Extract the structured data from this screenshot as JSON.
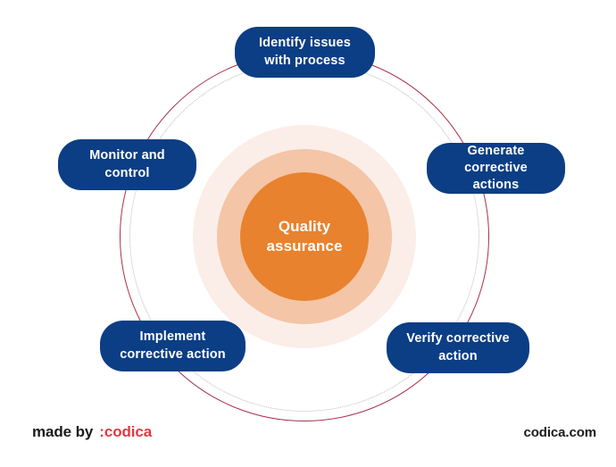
{
  "diagram": {
    "center": {
      "label": "Quality\nassurance",
      "color": "#e8822e"
    },
    "rings": [
      {
        "name": "pale-blush-disc",
        "color": "#fbeee8"
      },
      {
        "name": "mid-peach-disc",
        "color": "#f4c5a6"
      },
      {
        "name": "orange-core-disc",
        "color": "#e8822e"
      },
      {
        "name": "solid-rose-circle",
        "color": "#a8314a"
      },
      {
        "name": "dotted-grey-circle",
        "color": "#b9b9bd"
      }
    ],
    "nodes": [
      {
        "id": "identify-issues-with-process",
        "label": "Identify issues\nwith process"
      },
      {
        "id": "generate-corrective-actions",
        "label": "Generate\ncorrective actions"
      },
      {
        "id": "verify-corrective-action",
        "label": "Verify corrective\naction"
      },
      {
        "id": "implement-corrective-action",
        "label": "Implement\ncorrective action"
      },
      {
        "id": "monitor-and-control",
        "label": "Monitor and\ncontrol"
      }
    ],
    "node_color": "#0c3e85"
  },
  "footer": {
    "made_by": "made by",
    "brand": ":codica",
    "brand_color": "#e03a3f",
    "website": "codica.com"
  }
}
